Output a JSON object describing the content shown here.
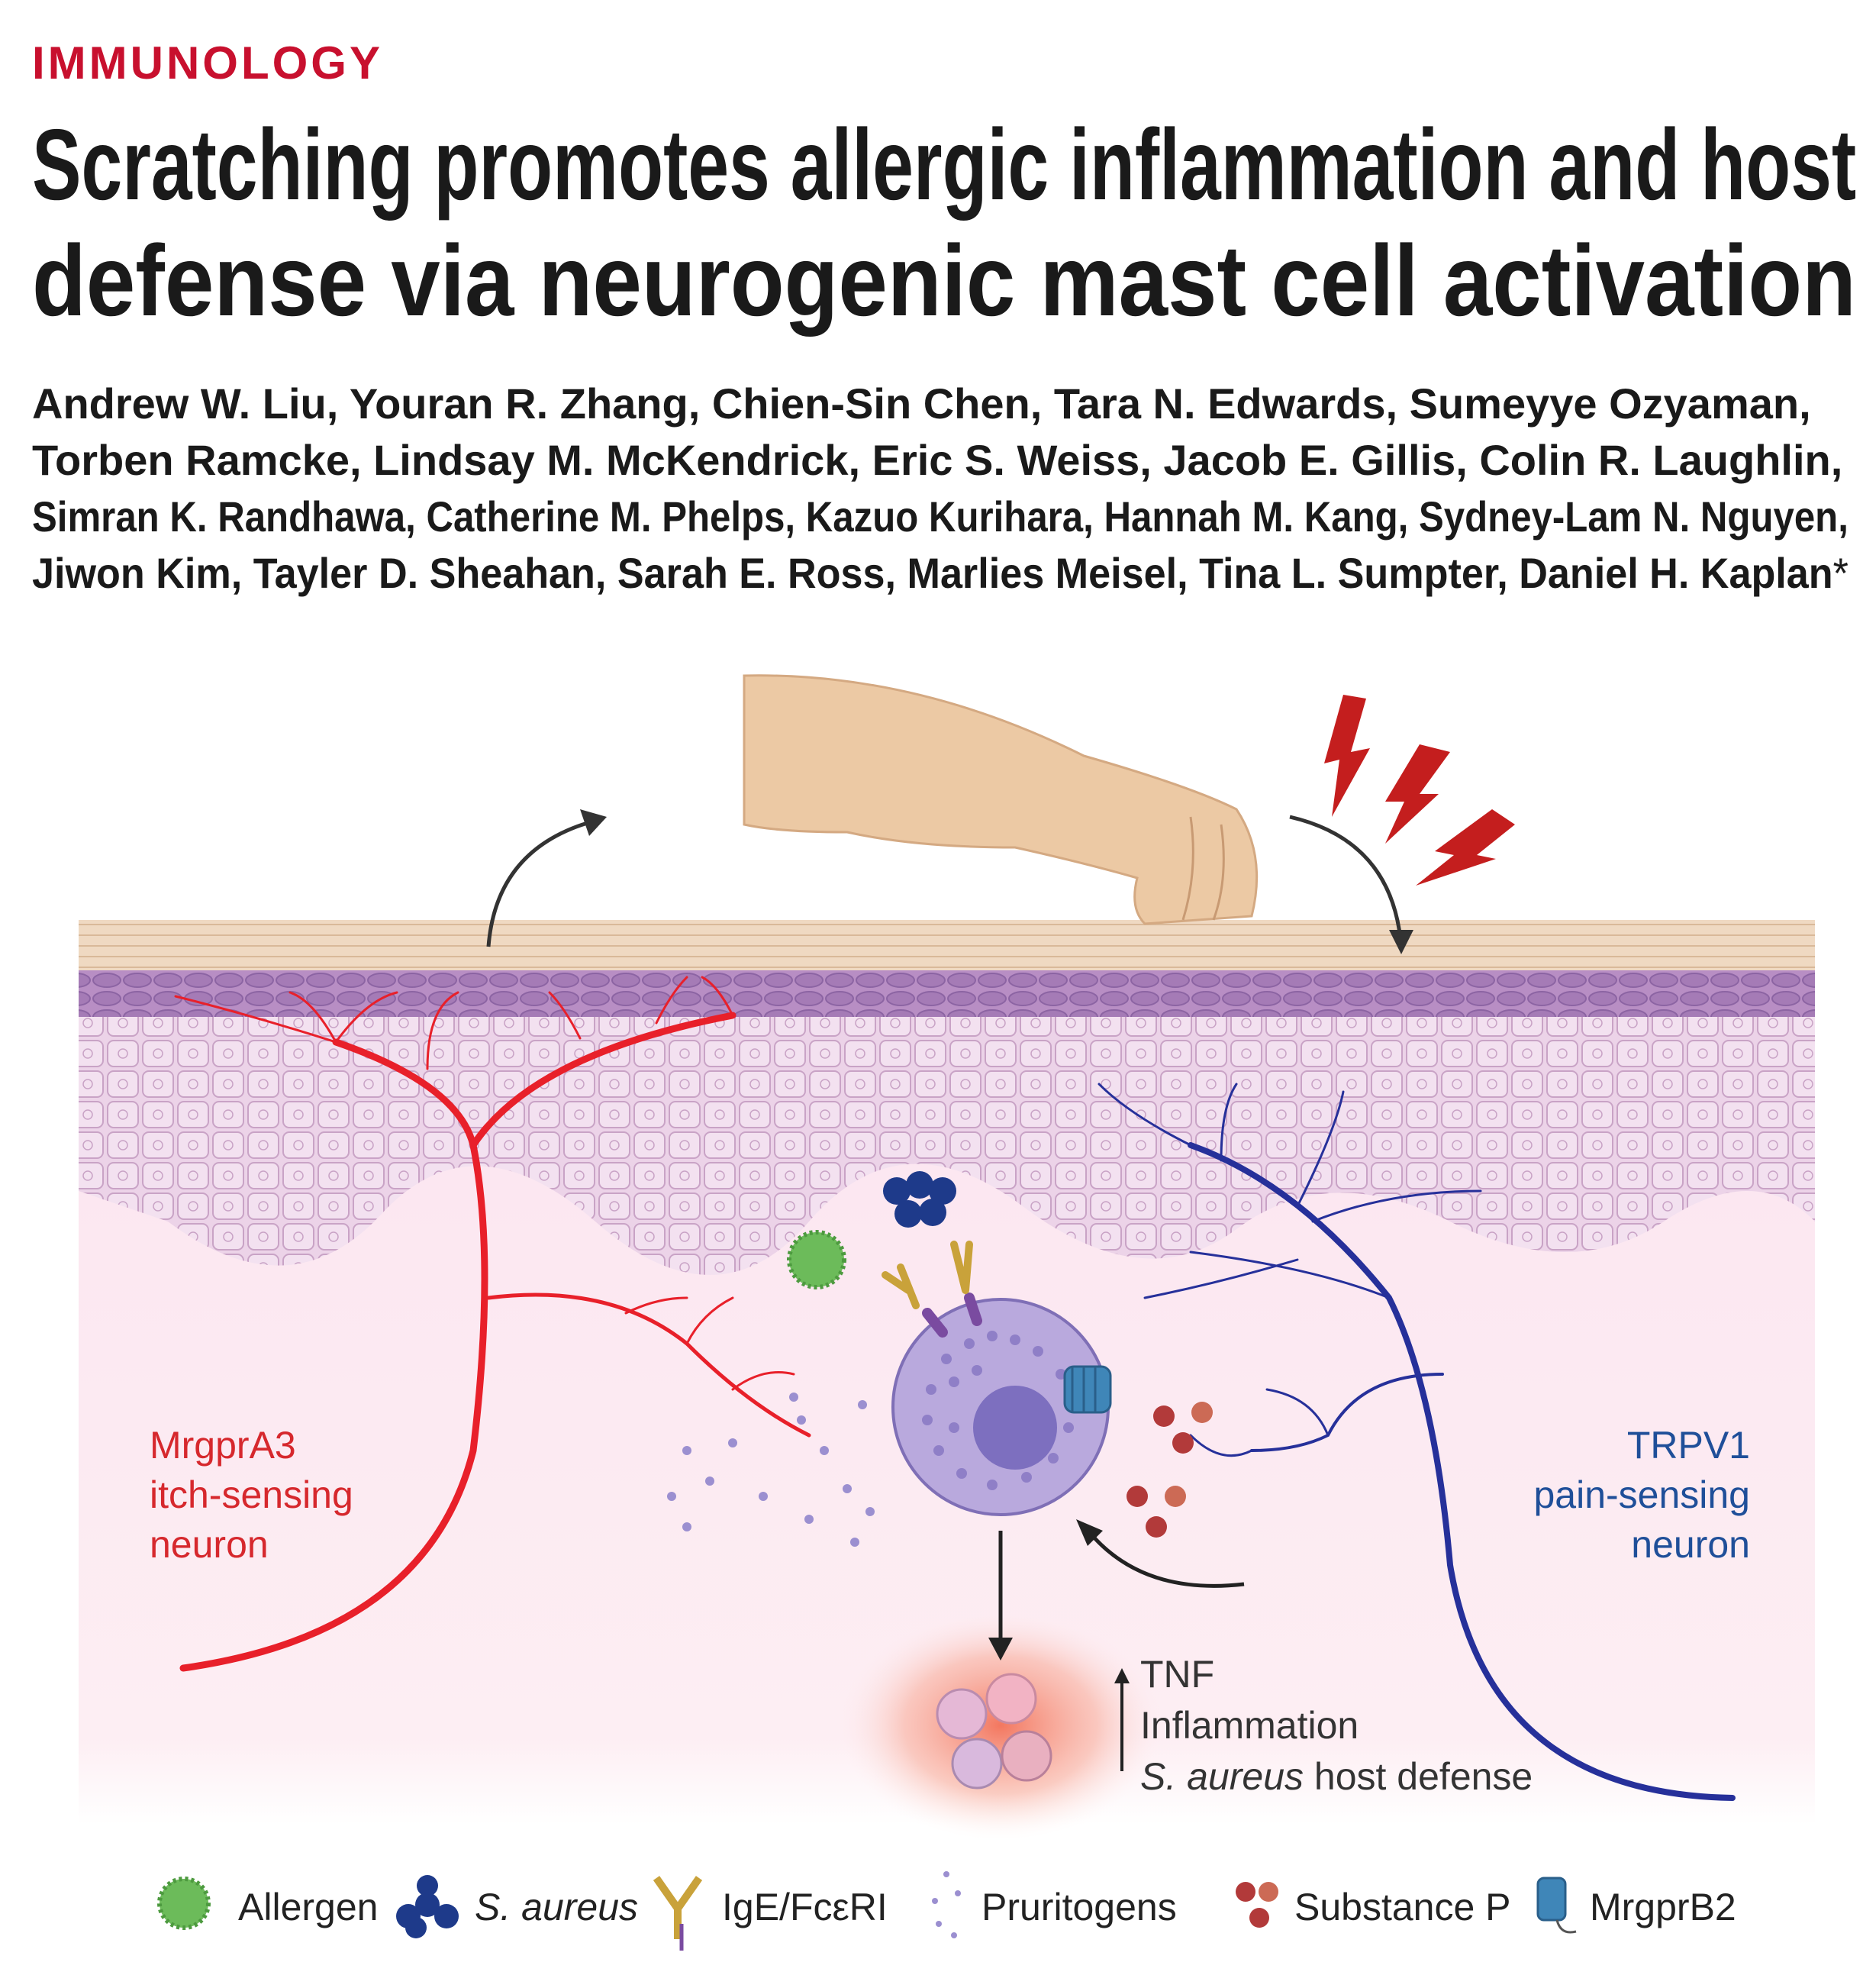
{
  "section": "IMMUNOLOGY",
  "title_lines": [
    "Scratching promotes allergic inflammation and host",
    "defense via neurogenic mast cell activation"
  ],
  "authors": {
    "lines": [
      "Andrew W. Liu, Youran R. Zhang, Chien-Sin Chen, Tara N. Edwards, Sumeyye Ozyaman,",
      "Torben Ramcke, Lindsay M. McKendrick, Eric S. Weiss, Jacob E. Gillis, Colin R. Laughlin,",
      "Simran K. Randhawa, Catherine M. Phelps, Kazuo Kurihara, Hannah M. Kang, Sydney-Lam N. Nguyen,",
      "Jiwon Kim, Tayler D. Sheahan, Sarah E. Ross, Marlies Meisel, Tina L. Sumpter, Daniel H. Kaplan"
    ],
    "corresponding_mark": "*"
  },
  "figure": {
    "left_neuron": [
      "MrgprA3",
      "itch-sensing",
      "neuron"
    ],
    "right_neuron": [
      "TRPV1",
      "pain-sensing",
      "neuron"
    ],
    "outcomes": {
      "line1": "TNF",
      "line2": "Inflammation",
      "line3_italic": "S. aureus",
      "line3_rest": " host defense"
    },
    "colors": {
      "itch_neuron": "#e8202a",
      "pain_neuron": "#26309a",
      "section": "#c8102e"
    }
  },
  "legend": [
    {
      "icon": "allergen-icon",
      "label": "Allergen"
    },
    {
      "icon": "s-aureus-icon",
      "label": "S. aureus"
    },
    {
      "icon": "ige-fcer1-icon",
      "label": "IgE/FcεRI"
    },
    {
      "icon": "pruritogens-icon",
      "label": "Pruritogens"
    },
    {
      "icon": "substance-p-icon",
      "label": "Substance P"
    },
    {
      "icon": "mrgprb2-icon",
      "label": "MrgprB2"
    }
  ]
}
